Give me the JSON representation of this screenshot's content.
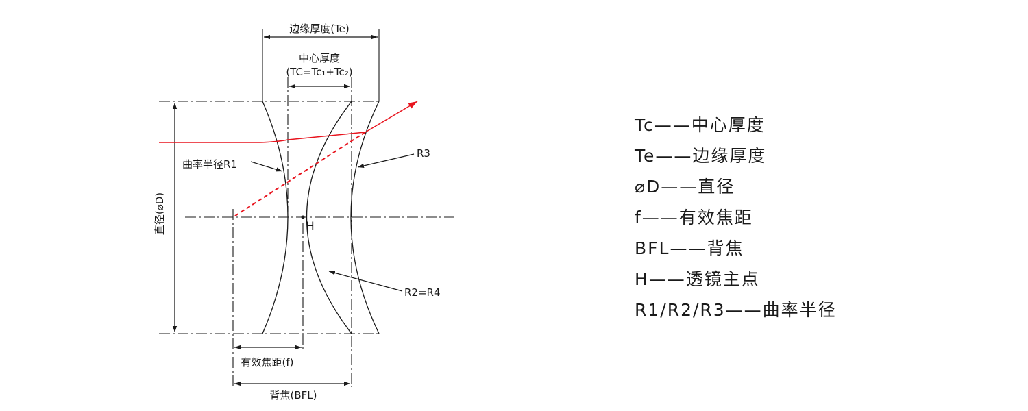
{
  "diagram": {
    "labels": {
      "edge_thickness": "边缘厚度(Te)",
      "center_thickness_title": "中心厚度",
      "center_thickness_formula": "(TC=Tc₁+Tc₂)",
      "radius_r1": "曲率半径R1",
      "r3": "R3",
      "r2_r4": "R2=R4",
      "diameter": "直径(⌀D)",
      "principal_point": "H",
      "focal_length": "有效焦距(f)",
      "bfl": "背焦(BFL)"
    },
    "colors": {
      "line": "#1a1a1a",
      "ray": "#e8141e"
    }
  },
  "legend": [
    "Tc——中心厚度",
    "Te——边缘厚度",
    "⌀D——直径",
    "f——有效焦距",
    "BFL——背焦",
    "H——透镜主点",
    "R1/R2/R3——曲率半径"
  ]
}
